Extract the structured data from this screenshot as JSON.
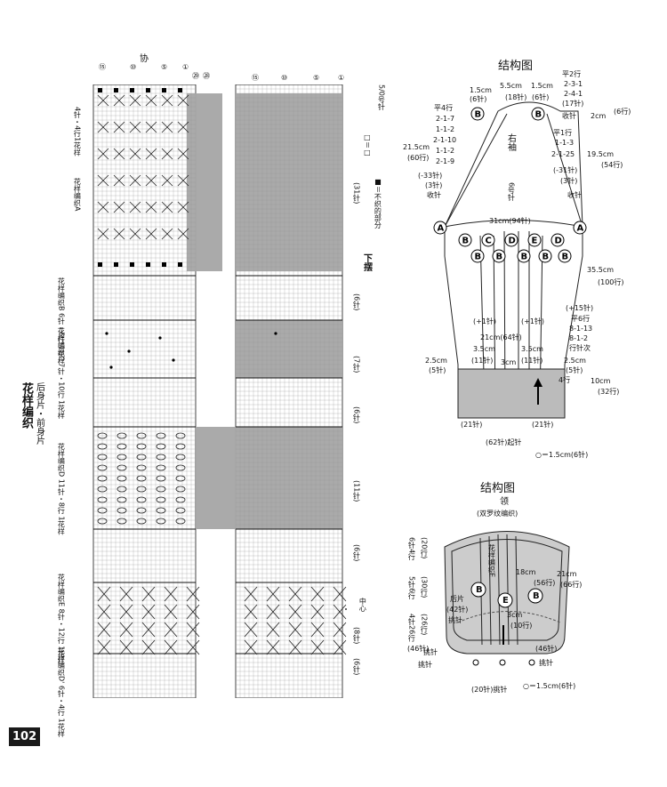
{
  "page_number": "102",
  "chart": {
    "title": "花样编织",
    "subtitle": "后身片・前身片",
    "hem_label": "下摆",
    "center_label": "中心",
    "col_top_left": "协",
    "col_numbers_top": [
      "⑮",
      "⑩",
      "⑤",
      "①",
      "㉙",
      "㉘"
    ],
    "col_numbers_top2": [
      "⑮",
      "⑩",
      "⑤",
      "①"
    ],
    "legend_plain": "□＝□",
    "legend_dark": "■＝不织的部分",
    "needle": "5/0号针",
    "repeat_left_top": "4针・4行1花样",
    "sections": [
      {
        "label": "花样编织A",
        "rows": "(31针)"
      },
      {
        "label": "花样编织B 6针・6行 1花样",
        "rows": "(6针)"
      },
      {
        "label": "花样编织C 7针・10行 1花样",
        "rows": "(7针)"
      },
      {
        "label": "",
        "rows": "(6针)"
      },
      {
        "label": "花样编织D 11针・8行 1花样",
        "rows": "(11针)"
      },
      {
        "label": "",
        "rows": "(6针)"
      },
      {
        "label": "花样编织E 8针・12行 1花样",
        "rows": "(8针)"
      },
      {
        "label": "花样编织D' 6针・4行 1花样",
        "rows": "(6针)"
      }
    ]
  },
  "sleeve": {
    "title": "结构图",
    "labels": {
      "top1": "1.5cm",
      "top2": "5.5cm",
      "top3": "1.5cm",
      "top4": "(6针)",
      "top5": "(18针)",
      "top6": "(6针)",
      "left_rows": [
        "平4行",
        "2-1-7",
        "1-1-2",
        "2-1-10",
        "1-1-2",
        "2-1-9"
      ],
      "right_rows1": [
        "平2行",
        "2-3-1",
        "2-4-1",
        "(17针)",
        "收针"
      ],
      "right_rows2": [
        "平1行",
        "1-1-3",
        "2-1-25"
      ],
      "left_dim": "21.5cm",
      "left_dim_rows": "(60行)",
      "left_st": "(-33针)",
      "left_st2": "(3针)",
      "left_shou": "收针",
      "right_2cm": "2cm",
      "right_6": "(6行)",
      "right_195": "19.5cm",
      "right_54": "(54行)",
      "right_st": "(-31针)",
      "right_st2": "(3针)",
      "right_shou": "收针",
      "center_top": "右袖",
      "center_needle": "6号针",
      "width": "31cm(94针)",
      "right_355": "35.5cm",
      "right_100": "(100行)",
      "inc1": "(+15针)",
      "inc2": "平6行",
      "inc3": "8-1-13",
      "inc4": "8-1-2",
      "inc5": "行针次",
      "cuff_center": "21cm(64针)",
      "p1": "(+1针)",
      "p2": "(+1针)",
      "w1": "3.5cm",
      "w2": "3.5cm",
      "s11a": "(11针)",
      "s11b": "(11针)",
      "s3": "3cm",
      "l25": "2.5cm",
      "l5": "(5针)",
      "r25": "2.5cm",
      "r5": "(5针)",
      "r4": "4行",
      "cuff10": "10cm",
      "cuff32": "(32行)",
      "bot1": "(21针)",
      "bot2": "(21针)",
      "bot_total": "(62针)起针",
      "note": "○＝1.5cm(6针)"
    },
    "letters": [
      "A",
      "B",
      "C",
      "D",
      "E",
      "D",
      "C",
      "B",
      "A"
    ]
  },
  "collar": {
    "title": "结构图",
    "neck": "领",
    "neck_sub": "(双罗纹编织)",
    "left_labels": [
      "6针4行",
      "5针6行",
      "4针26行"
    ],
    "left_rows": [
      "(20行)",
      "(30行)",
      "(26行)"
    ],
    "left_tiao": "挑针",
    "center_top": "花样编织E",
    "back_piece": "后片",
    "back_st": "(42针)",
    "back_tiao": "挑针",
    "right_18": "18cm",
    "right_56": "(56行)",
    "right_21": "21cm",
    "right_66": "(66行)",
    "center_3": "3cm",
    "center_10": "(10行)",
    "left_46": "(46针)",
    "right_46": "(46针)",
    "left_tiao2": "挑针",
    "right_tiao2": "挑针",
    "bottom": "(20针)挑针",
    "note": "○＝1.5cm(6针)"
  }
}
